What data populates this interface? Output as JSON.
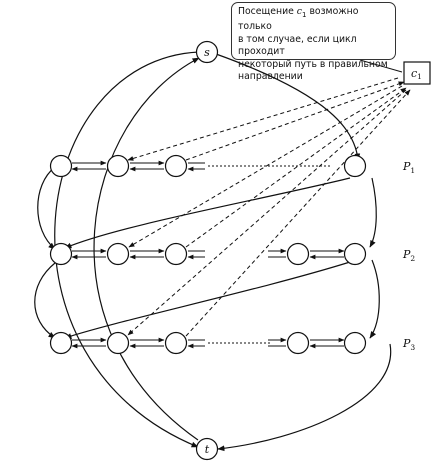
{
  "callout": {
    "line1_pre": "Посещение ",
    "line1_var": "c",
    "line1_sub": "1",
    "line1_post": " возможно только",
    "line2": "в том случае, если цикл проходит",
    "line3": "некоторый путь в правильном",
    "line4": "направлении"
  },
  "nodes": {
    "source": "s",
    "sink": "t",
    "clause_var": "c",
    "clause_sub": "1"
  },
  "paths": [
    {
      "var": "P",
      "sub": "1"
    },
    {
      "var": "P",
      "sub": "2"
    },
    {
      "var": "P",
      "sub": "3"
    }
  ]
}
